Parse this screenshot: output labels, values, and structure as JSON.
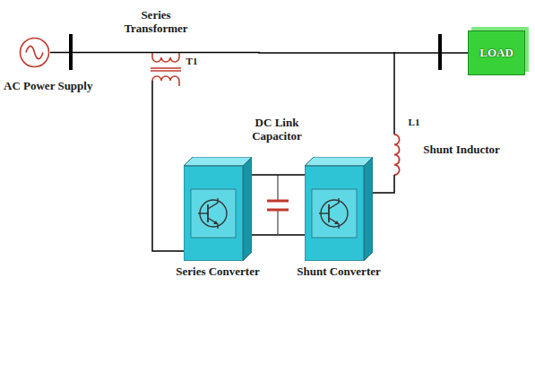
{
  "diagram": {
    "nodes": [
      {
        "text": [
          "AC Power Supply"
        ]
      },
      {
        "text": [
          "LOAD"
        ]
      },
      {
        "text": [
          "Series Converter"
        ]
      },
      {
        "text": [
          "Shunt Converter"
        ]
      }
    ],
    "edges": [
      {
        "from": 0,
        "to": 1,
        "arrow": "none"
      },
      {
        "from": 2,
        "to": 3,
        "arrow": "none"
      }
    ],
    "labels": [
      "Series Transformer",
      "T1",
      "DC Link Capacitor",
      "Shunt Inductor",
      "L1"
    ]
  }
}
